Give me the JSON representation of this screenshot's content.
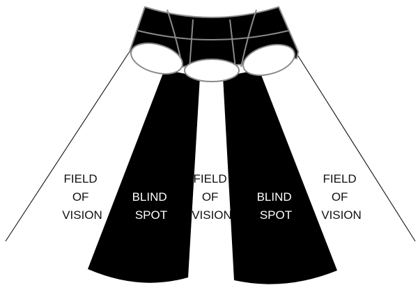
{
  "labels": {
    "left_field": [
      "FIELD",
      "OF",
      "VISION"
    ],
    "left_blind": [
      "BLIND",
      "SPOT"
    ],
    "center_field": [
      "FIELD",
      "OF",
      "VISION"
    ],
    "right_blind": [
      "BLIND",
      "SPOT"
    ],
    "right_field": [
      "FIELD",
      "OF",
      "VISION"
    ]
  },
  "colors": {
    "background": "#ffffff",
    "blind_spot": "#000000",
    "lens": "#ffffff",
    "frame_stroke": "#8a8a8a",
    "field_line": "#111111",
    "text_dark": "#111111",
    "text_light": "#ffffff"
  }
}
